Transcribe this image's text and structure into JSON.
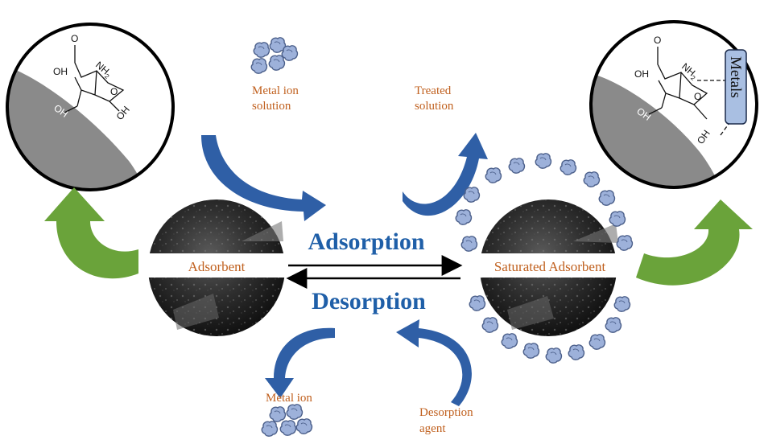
{
  "labels": {
    "metal_ion_solution_line1": "Metal ion",
    "metal_ion_solution_line2": "solution",
    "treated_solution_line1": "Treated",
    "treated_solution_line2": "solution",
    "adsorbent": "Adsorbent",
    "saturated_adsorbent": "Saturated Adsorbent",
    "adsorption": "Adsorption",
    "desorption": "Desorption",
    "metal_ion": "Metal ion",
    "desorption_agent_line1": "Desorption",
    "desorption_agent_line2": "agent"
  },
  "chemistry": {
    "left": {
      "o_top": "O",
      "oh_upper": "OH",
      "nh2": "NH",
      "nh2_sub": "2",
      "oh_lower": "OH",
      "ring_o": "O",
      "oh_right": "OH"
    },
    "right": {
      "o_top": "O",
      "oh_upper": "OH",
      "nh2": "NH",
      "nh2_sub": "2",
      "oh_lower": "OH",
      "ring_o": "O",
      "oh_right": "OH",
      "metals": "Metals"
    }
  },
  "colors": {
    "label_orange": "#c0601e",
    "process_blue": "#1f5fa8",
    "curved_arrow_blue": "#2f5fa6",
    "green_arrow": "#6aa33a",
    "ion_fill": "#9db1da",
    "ion_stroke": "#4b5f8a",
    "adsorbent_dark": "#2a2a2a",
    "polymer_gray": "#8a8a8a",
    "metals_badge": "#a9bfe2"
  }
}
